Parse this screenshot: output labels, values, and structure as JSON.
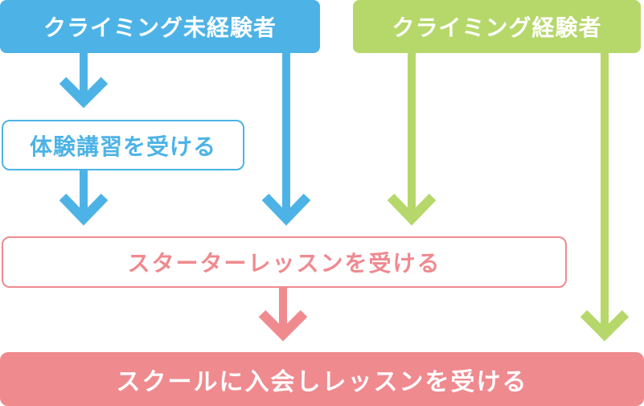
{
  "diagram": {
    "boxes": {
      "inexperienced": "クライミング未経験者",
      "experienced": "クライミング経験者",
      "trial": "体験講習を受ける",
      "starter": "スターターレッスンを受ける",
      "join": "スクールに入会しレッスンを受ける"
    },
    "colors": {
      "blue": "#4db3e6",
      "green": "#b6d86b",
      "pink": "#ef8a8f"
    },
    "edges": [
      {
        "from": "inexperienced",
        "to": "trial"
      },
      {
        "from": "inexperienced",
        "to": "starter"
      },
      {
        "from": "trial",
        "to": "starter"
      },
      {
        "from": "experienced",
        "to": "starter"
      },
      {
        "from": "experienced",
        "to": "join"
      },
      {
        "from": "starter",
        "to": "join"
      }
    ]
  }
}
